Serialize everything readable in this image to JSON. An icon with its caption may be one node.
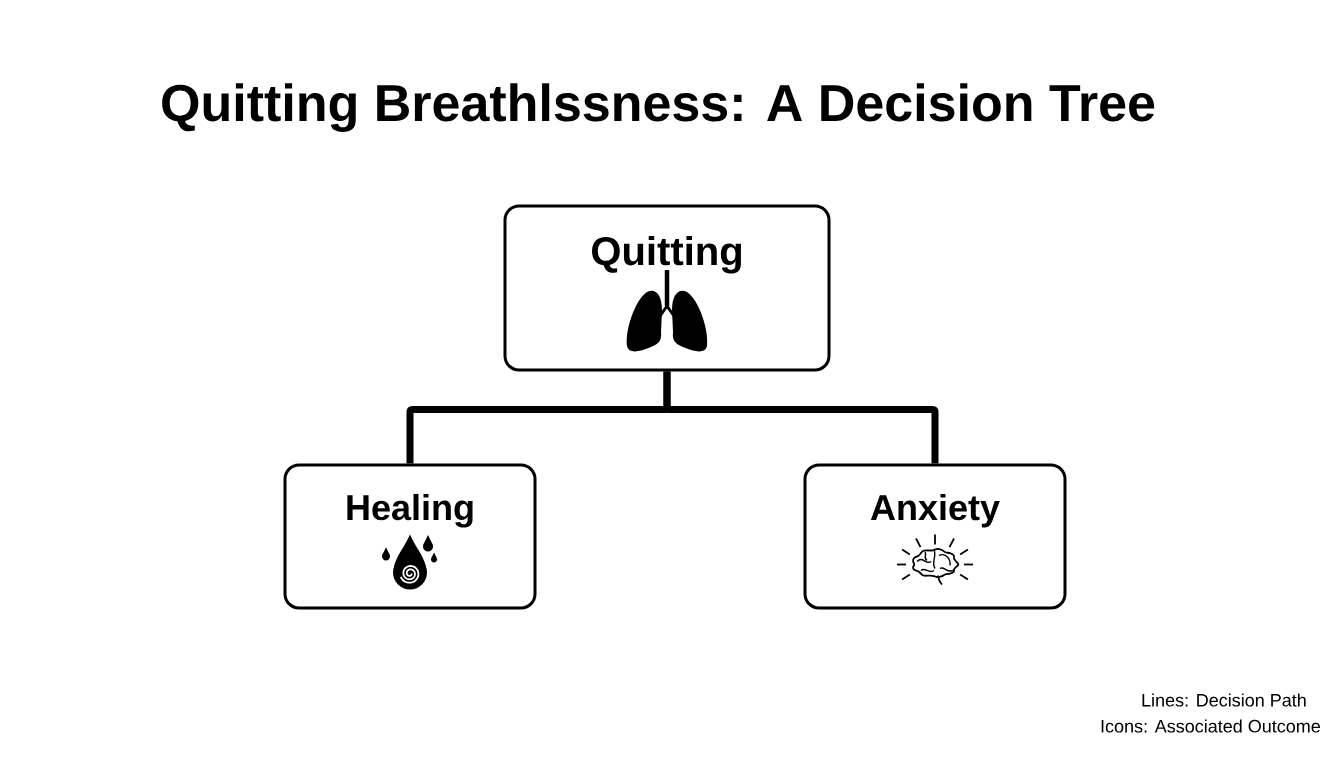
{
  "diagram": {
    "title": "Quitting Breathlssness: A Decision Tree",
    "nodes": [
      {
        "text": [
          "Quitting"
        ]
      },
      {
        "text": [
          "Healing"
        ]
      },
      {
        "text": [
          "Anxiety"
        ]
      }
    ],
    "edges": [
      {
        "from": 0,
        "to": 1,
        "arrow": "none"
      },
      {
        "from": 0,
        "to": 2,
        "arrow": "none"
      }
    ],
    "labels": [
      "Lines: Decision Path",
      "Icons: Associated Outcome"
    ]
  }
}
